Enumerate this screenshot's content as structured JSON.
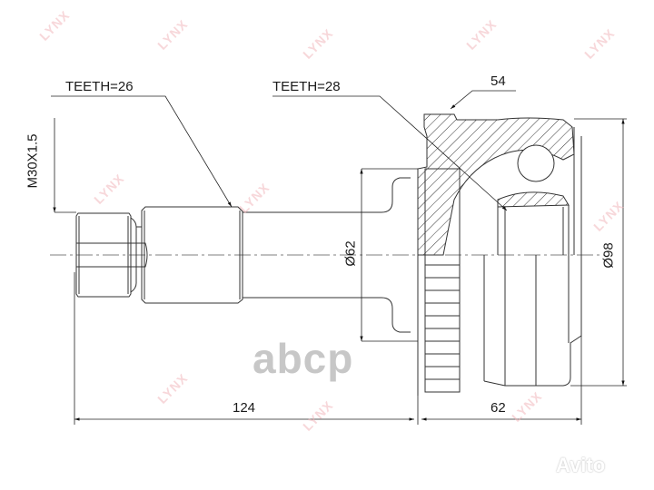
{
  "drawing": {
    "title": "CV joint outer (technical drawing)",
    "labels": {
      "teeth_outer": "TEETH=26",
      "teeth_inner": "TEETH=28",
      "abs_ring": "54",
      "thread": "M30X1.5",
      "dia_shaft": "Ø62",
      "dia_housing": "Ø98",
      "length_shaft": "124",
      "length_housing": "62"
    },
    "watermark": "LYNX",
    "colors": {
      "line": "#222222",
      "watermark": "#f2b8bc",
      "background": "#ffffff"
    }
  },
  "logos": {
    "abcp": "abcp",
    "avito": "Avito"
  }
}
